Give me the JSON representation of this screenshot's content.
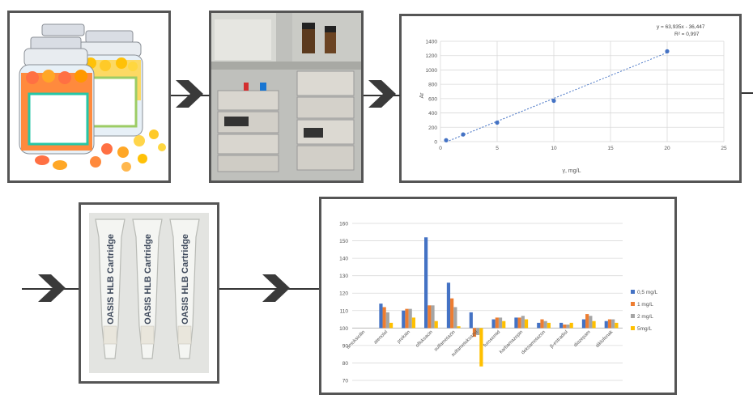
{
  "scatter_chart": {
    "equation": "y = 63,935x - 36,447",
    "r_squared": "R² = 0,997",
    "xlabel": "γ, mg/L",
    "ylabel": "Ar",
    "xlim": [
      0,
      25
    ],
    "ylim": [
      0,
      1400
    ],
    "xticks": [
      0,
      5,
      10,
      15,
      20,
      25
    ],
    "yticks": [
      0,
      200,
      400,
      600,
      800,
      1000,
      1200,
      1400
    ],
    "color": "#4472c4"
  },
  "cartridge_label": "OASIS HLB Cartridge",
  "bar_chart": {
    "yticks": [
      70,
      80,
      90,
      100,
      110,
      120,
      130,
      140,
      150,
      160
    ],
    "baseline": 100,
    "legend": [
      "0,5 mg/L",
      "1 mg/L",
      "2 mg/L",
      "5mg/L"
    ],
    "colors": [
      "#4472c4",
      "#ed7d31",
      "#a5a5a5",
      "#ffc000"
    ]
  },
  "chart_data": [
    {
      "type": "scatter",
      "title": "",
      "annotations": [
        "y = 63,935x - 36,447",
        "R² = 0,997"
      ],
      "xlabel": "γ, mg/L",
      "ylabel": "Ar",
      "xlim": [
        0,
        25
      ],
      "ylim": [
        0,
        1400
      ],
      "grid": true,
      "trendline": {
        "type": "linear",
        "slope": 63.935,
        "intercept": -36.447
      },
      "x": [
        0.5,
        2,
        5,
        10,
        20
      ],
      "y": [
        20,
        100,
        265,
        570,
        1260
      ]
    },
    {
      "type": "bar",
      "title": "",
      "ylim": [
        70,
        160
      ],
      "baseline": 100,
      "grid": true,
      "legend_position": "right",
      "categories": [
        "amoksicilin",
        "atenolol",
        "prokain",
        "ofloksacin",
        "sulfametazin",
        "sulfametoksazol",
        "furosemid",
        "karbamazepin",
        "deksametazon",
        "β-estradiol",
        "diazepam",
        "diklofenak"
      ],
      "series": [
        {
          "name": "0,5 mg/L",
          "values": [
            100,
            114,
            110,
            152,
            126,
            109,
            105,
            106,
            103,
            103,
            105,
            104
          ]
        },
        {
          "name": "1 mg/L",
          "values": [
            100,
            112,
            111,
            113,
            117,
            95,
            106,
            106,
            105,
            102,
            108,
            105
          ]
        },
        {
          "name": "2 mg/L",
          "values": [
            100,
            109,
            111,
            113,
            112,
            96,
            106,
            107,
            104,
            102,
            107,
            105
          ]
        },
        {
          "name": "5mg/L",
          "values": [
            100,
            103,
            106,
            104,
            101,
            78,
            104,
            105,
            103,
            103,
            104,
            103
          ]
        }
      ]
    }
  ]
}
